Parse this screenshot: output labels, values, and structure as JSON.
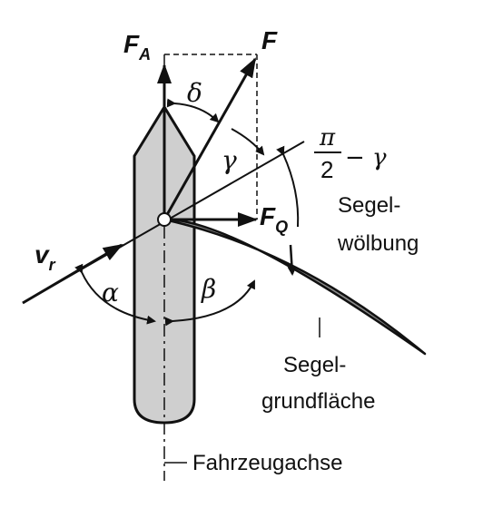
{
  "labels": {
    "force_axial": "F",
    "force_axial_sub": "A",
    "force_total": "F",
    "force_cross": "F",
    "force_cross_sub": "Q",
    "delta": "δ",
    "gamma": "γ",
    "pi_over_two_num": "π",
    "pi_over_two_den": "2",
    "minus_gamma": "− γ",
    "sail_curve_1": "Segel-",
    "sail_curve_2": "wölbung",
    "apparent_wind": "v",
    "apparent_wind_sub": "r",
    "alpha": "α",
    "beta": "β",
    "sail_base_1": "Segel-",
    "sail_base_2": "grundfläche",
    "vehicle_axis": "Fahrzeugachse"
  },
  "colors": {
    "hull_fill": "#cfcfcf",
    "sail_fill": "#8c8c8c",
    "stroke": "#111111"
  }
}
